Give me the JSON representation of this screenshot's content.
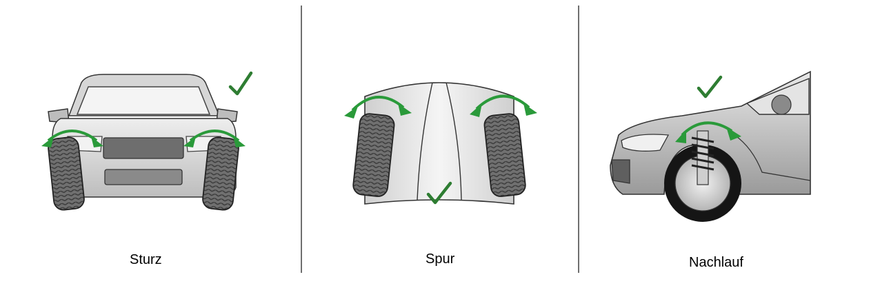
{
  "panels": [
    {
      "label": "Sturz",
      "icon": "check-icon"
    },
    {
      "label": "Spur",
      "icon": "check-icon"
    },
    {
      "label": "Nachlauf",
      "icon": "check-icon"
    }
  ],
  "colors": {
    "arrow": "#2a9a3a",
    "check": "#2e7d32",
    "divider": "#6f6f6f",
    "body": "#d8d8d8",
    "tire": "#6a6a6a"
  }
}
